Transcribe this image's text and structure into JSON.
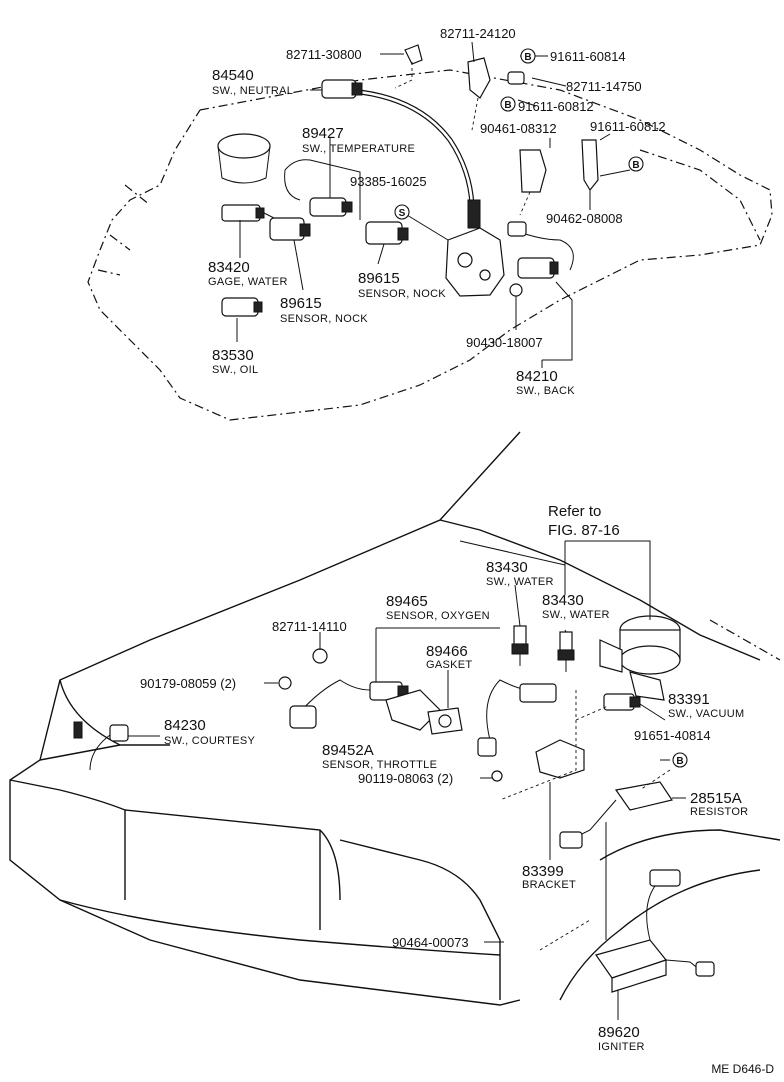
{
  "diagram": {
    "callouts": [
      {
        "id": "p84540",
        "number": "84540",
        "desc": "SW., NEUTRAL"
      },
      {
        "id": "p82711_30800",
        "number": "82711-30800",
        "desc": ""
      },
      {
        "id": "p82711_24120",
        "number": "82711-24120",
        "desc": ""
      },
      {
        "id": "p91611_60814",
        "number": "91611-60814",
        "desc": ""
      },
      {
        "id": "p82711_14750",
        "number": "82711-14750",
        "desc": ""
      },
      {
        "id": "p91611_60812a",
        "number": "91611-60812",
        "desc": ""
      },
      {
        "id": "p90461_08312",
        "number": "90461-08312",
        "desc": ""
      },
      {
        "id": "p91611_60812b",
        "number": "91611-60812",
        "desc": ""
      },
      {
        "id": "p89427",
        "number": "89427",
        "desc": "SW., TEMPERATURE"
      },
      {
        "id": "p93385_16025",
        "number": "93385-16025",
        "desc": ""
      },
      {
        "id": "p90462_08008",
        "number": "90462-08008",
        "desc": ""
      },
      {
        "id": "p83420",
        "number": "83420",
        "desc": "GAGE, WATER"
      },
      {
        "id": "p89615a",
        "number": "89615",
        "desc": "SENSOR, NOCK"
      },
      {
        "id": "p89615b",
        "number": "89615",
        "desc": "SENSOR, NOCK"
      },
      {
        "id": "p83530",
        "number": "83530",
        "desc": "SW., OIL"
      },
      {
        "id": "p90430_18007",
        "number": "90430-18007",
        "desc": ""
      },
      {
        "id": "p84210",
        "number": "84210",
        "desc": "SW., BACK"
      },
      {
        "id": "p83430a",
        "number": "83430",
        "desc": "SW., WATER"
      },
      {
        "id": "p83430b",
        "number": "83430",
        "desc": "SW., WATER"
      },
      {
        "id": "p89465",
        "number": "89465",
        "desc": "SENSOR, OXYGEN"
      },
      {
        "id": "p82711_14110",
        "number": "82711-14110",
        "desc": ""
      },
      {
        "id": "p89466",
        "number": "89466",
        "desc": "GASKET"
      },
      {
        "id": "p90179_08059",
        "number": "90179-08059 (2)",
        "desc": ""
      },
      {
        "id": "p84230",
        "number": "84230",
        "desc": "SW., COURTESY"
      },
      {
        "id": "p83391",
        "number": "83391",
        "desc": "SW., VACUUM"
      },
      {
        "id": "p91651_40814",
        "number": "91651-40814",
        "desc": ""
      },
      {
        "id": "p89452A",
        "number": "89452A",
        "desc": "SENSOR, THROTTLE"
      },
      {
        "id": "p90119_08063",
        "number": "90119-08063 (2)",
        "desc": ""
      },
      {
        "id": "p28515A",
        "number": "28515A",
        "desc": "RESISTOR"
      },
      {
        "id": "p83399",
        "number": "83399",
        "desc": "BRACKET"
      },
      {
        "id": "p90464_00073",
        "number": "90464-00073",
        "desc": ""
      },
      {
        "id": "p89620",
        "number": "89620",
        "desc": "IGNITER"
      }
    ],
    "reference": {
      "line1": "Refer to",
      "line2": "FIG. 87-16"
    },
    "circle_letters": {
      "b": "B",
      "s": "S"
    },
    "footer_code": "ME  D646-D"
  }
}
